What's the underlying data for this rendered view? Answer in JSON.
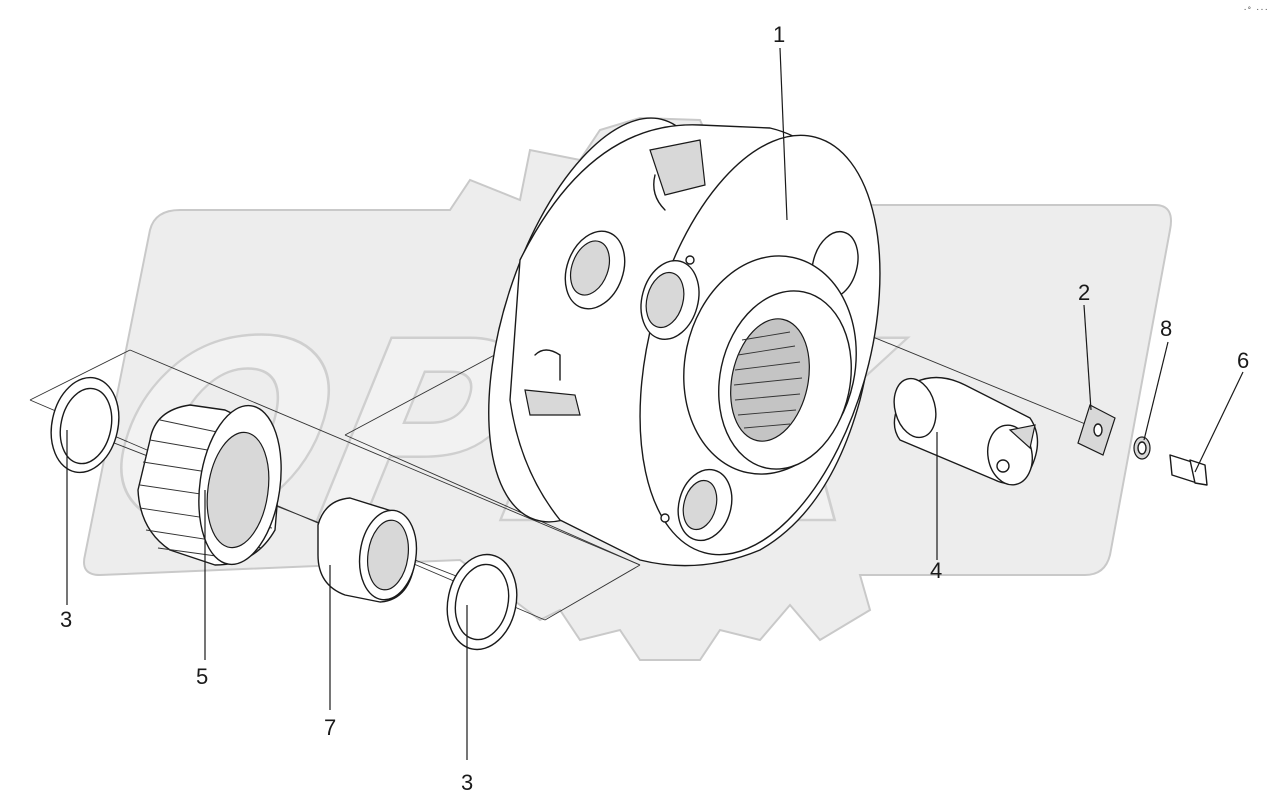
{
  "watermark": {
    "text": "OPEX"
  },
  "corner_mark": "·° ···",
  "callouts": [
    {
      "id": "1",
      "label": "1"
    },
    {
      "id": "2",
      "label": "2"
    },
    {
      "id": "8",
      "label": "8"
    },
    {
      "id": "6",
      "label": "6"
    },
    {
      "id": "4",
      "label": "4"
    },
    {
      "id": "3a",
      "label": "3"
    },
    {
      "id": "5",
      "label": "5"
    },
    {
      "id": "7",
      "label": "7"
    },
    {
      "id": "3b",
      "label": "3"
    }
  ]
}
